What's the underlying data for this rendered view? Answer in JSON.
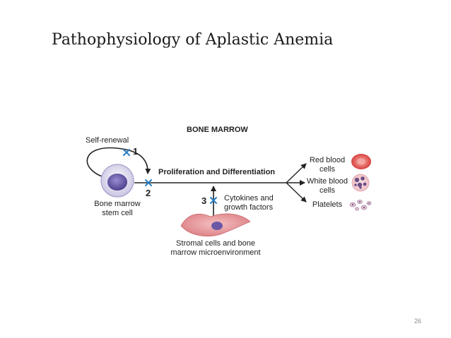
{
  "slide": {
    "title": "Pathophysiology of Aplastic Anemia",
    "page_number": "26"
  },
  "diagram": {
    "header": "BONE MARROW",
    "self_renewal": "Self-renewal",
    "stem_cell": [
      "Bone marrow",
      "stem cell"
    ],
    "process": "Proliferation and Differentiation",
    "cytokines": [
      "Cytokines and",
      "growth factors"
    ],
    "stromal": [
      "Stromal cells and bone",
      "marrow microenvironment"
    ],
    "markers": [
      "1",
      "2",
      "3"
    ],
    "outputs": {
      "red": [
        "Red blood",
        "cells"
      ],
      "white": [
        "White blood",
        "cells"
      ],
      "platelets": "Platelets"
    }
  },
  "colors": {
    "block_marker": "#2b7fc4",
    "stem_cell_nucleus": "#6a58a6",
    "stromal_cell": "#e08a8e",
    "red_cell": "#e0484c"
  }
}
